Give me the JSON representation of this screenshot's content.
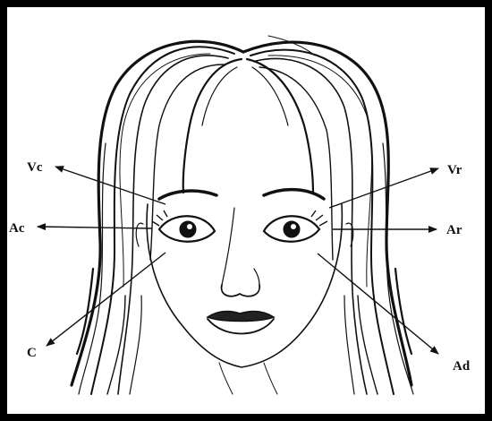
{
  "labels": {
    "vc": "Vc",
    "vr": "Vr",
    "ac": "Ac",
    "ar": "Ar",
    "c": "C",
    "ad": "Ad"
  },
  "colors": {
    "ink": "#111111",
    "frame": "#000000",
    "paper": "#ffffff"
  }
}
